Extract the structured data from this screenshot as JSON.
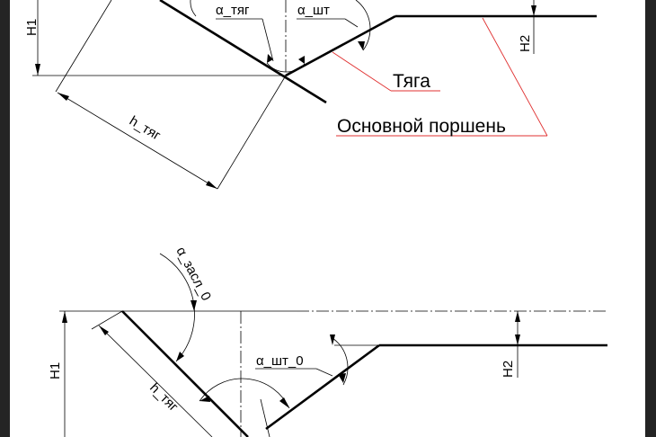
{
  "top_figure": {
    "labels": {
      "h1": "H1",
      "alpha_tyag": "α_тяг",
      "alpha_sht": "α_шт",
      "tyaga": "Тяга",
      "osnovnoi_porshen": "Основной поршень",
      "h_tyag": "h_тяг",
      "h2": "H2"
    }
  },
  "bottom_figure": {
    "labels": {
      "alpha_zasl_0": "α_засл_0",
      "h1": "H1",
      "h2": "H2",
      "alpha_sht_0": "α_шт_0",
      "h_tyag": "h_тяг"
    }
  },
  "colors": {
    "frame": "#242424",
    "line": "#000000",
    "leader": "#e03030"
  }
}
